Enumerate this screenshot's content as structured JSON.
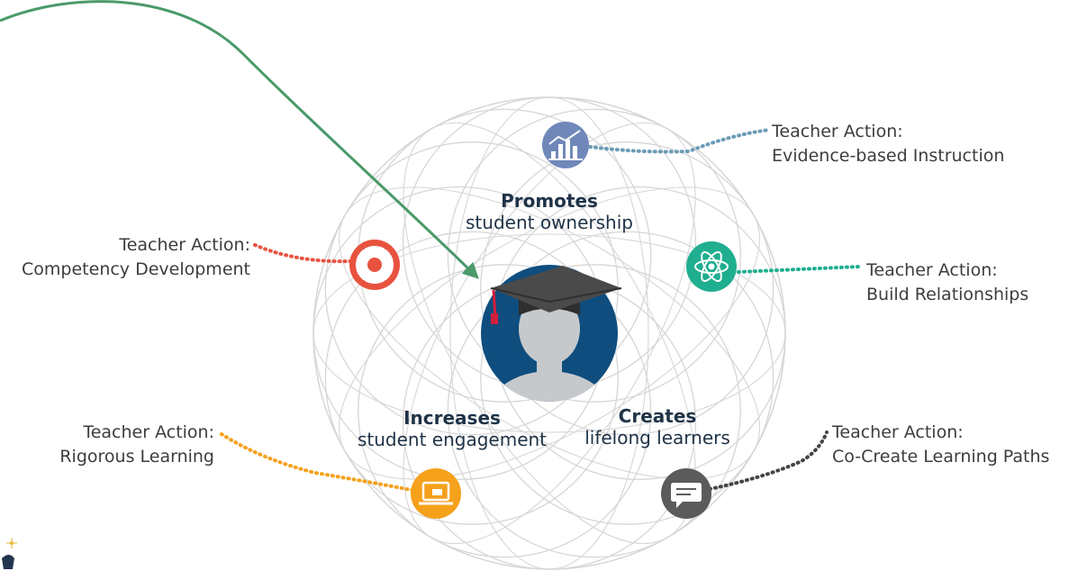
{
  "center": {
    "top_bold": "Promotes",
    "top_sub": "student ownership",
    "left_bold": "Increases",
    "left_sub": "student engagement",
    "right_bold": "Creates",
    "right_sub": "lifelong learners"
  },
  "actions": [
    {
      "line1": "Teacher Action:",
      "line2": "Evidence-based Instruction",
      "icon": "chart-icon",
      "color": "#6f88b9"
    },
    {
      "line1": "Teacher Action:",
      "line2": "Competency Development",
      "icon": "gear-icon",
      "color": "#e8533f"
    },
    {
      "line1": "Teacher Action:",
      "line2": "Build Relationships",
      "icon": "atom-icon",
      "color": "#1fae8f"
    },
    {
      "line1": "Teacher Action:",
      "line2": "Rigorous Learning",
      "icon": "laptop-icon",
      "color": "#f5a11b"
    },
    {
      "line1": "Teacher Action:",
      "line2": "Co-Create Learning Paths",
      "icon": "speech-bubble-icon",
      "color": "#5b5b5b"
    }
  ],
  "colors": {
    "arrow": "#4a9a6a",
    "globe_lines": "#d6d6d6",
    "student_circle": "#0e4d7e",
    "student_silhouette": "#c6c9cc",
    "cap": "#3c3c3c",
    "tassel": "#d21f3c",
    "dotted_blue": "#6b9bb5",
    "dotted_red": "#e8533f",
    "dotted_green": "#1fae8f",
    "dotted_orange": "#f5a11b",
    "dotted_dark": "#444444"
  }
}
